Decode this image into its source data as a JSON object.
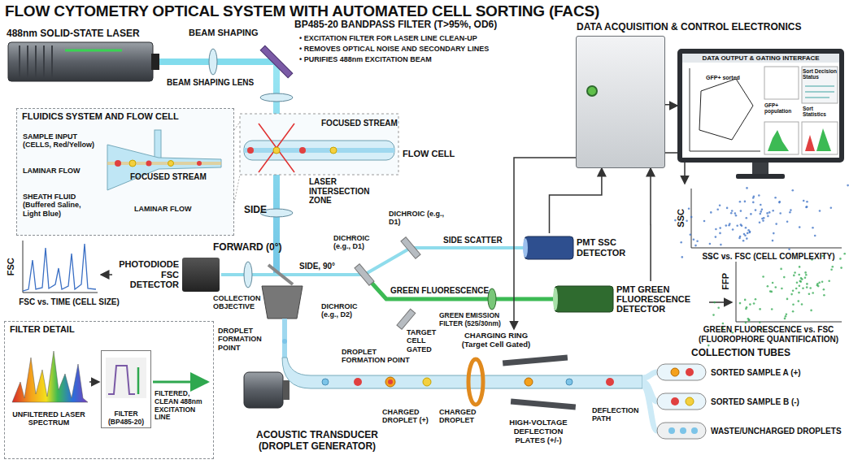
{
  "diagram": {
    "title": "FLOW CYTOMETRY OPTICAL SYSTEM WITH AUTOMATED CELL SORTING (FACS)",
    "nodes": [
      {
        "text": [
          "488nm SOLID-STATE LASER"
        ]
      },
      {
        "text": [
          "DATA ACQUISITION & CONTROL ELECTRONICS"
        ]
      },
      {
        "text": [
          "DATA OUTPUT & GATING INTERFACE"
        ]
      },
      {
        "text": [
          "FLUIDICS SYSTEM AND FLOW CELL"
        ]
      },
      {
        "text": [
          "PHOTODIODE FSC DETECTOR"
        ]
      },
      {
        "text": [
          "PMT SSC DETECTOR"
        ]
      },
      {
        "text": [
          "PMT GREEN FLUORESCENCE DETECTOR"
        ]
      },
      {
        "text": [
          "FILTER DETAIL"
        ]
      },
      {
        "text": [
          "FILTER (BP485-20)"
        ],
        "in": 7
      },
      {
        "text": [
          "ACOUSTIC TRANSDUCER (DROPLET GENERATOR)"
        ]
      },
      {
        "text": [
          "CHARGING RING (Target Cell Gated)"
        ]
      },
      {
        "text": [
          "HIGH-VOLTAGE DEFLECTION PLATES (+/-)"
        ]
      },
      {
        "text": [
          "SORTED SAMPLE A (+)"
        ]
      },
      {
        "text": [
          "SORTED SAMPLE B (-)"
        ]
      },
      {
        "text": [
          "WASTE/UNCHARGED DROPLETS"
        ]
      }
    ],
    "edges": [
      {
        "from": 5,
        "to": 1,
        "arrow": "to"
      },
      {
        "from": 6,
        "to": 1,
        "arrow": "to"
      },
      {
        "from": 1,
        "to": 2,
        "arrow": "to"
      },
      {
        "from": 1,
        "to": 10,
        "arrow": "to"
      }
    ],
    "labels": [
      "BEAM SHAPING",
      "BEAM SHAPING LENS",
      "BP485-20 BANDPASS FILTER (T>95%, OD6)",
      "• EXCITATION FILTER FOR LASER LINE CLEAN-UP",
      "• REMOVES OPTICAL NOISE AND SECONDARY LINES",
      "• PURIFIES 488nm EXCITATION BEAM",
      "FOCUSED STREAM",
      "FLOW CELL",
      "LASER INTERSECTION ZONE",
      "SAMPLE INPUT (CELLS, Red/Yellow)",
      "LAMINAR FLOW",
      "FOCUSED STREAM",
      "SHEATH FLUID (Buffered Saline, Light Blue)",
      "LAMINAR FLOW",
      "SIDE",
      "FORWARD (0°)",
      "SIDE, 90°",
      "COLLECTION OBJECTIVE",
      "DICHROIC (e.g., D1)",
      "DICHROIC (e.g., D1)",
      "DICHROIC (e.g., D2)",
      "SIDE SCATTER",
      "GREEN FLUORESCENCE",
      "GREEN EMISSION FILTER (525/30nm)",
      "FSC",
      "FSC vs. TIME (CELL SIZE)",
      "SSC",
      "SSC vs. FSC (CELL COMPLEXITY)",
      "FFP",
      "GREEN FLUORESCENCE vs. FSC (FLUOROPHORE QUANTIFICATION)",
      "UNFILTERED LASER SPECTRUM",
      "FILTERED, CLEAN 488nm EXCITATION LINE",
      "DROPLET FORMATION POINT",
      "DROPLET FORMATION POINT",
      "TARGET CELL GATED",
      "CHARGED DROPLET (+)",
      "CHARGED DROPLET",
      "DEFLECTION PATH",
      "COLLECTION TUBES",
      "GFP+ sorted",
      "Sort Decision Status",
      "GFP+ population",
      "Sort Statistics"
    ]
  }
}
